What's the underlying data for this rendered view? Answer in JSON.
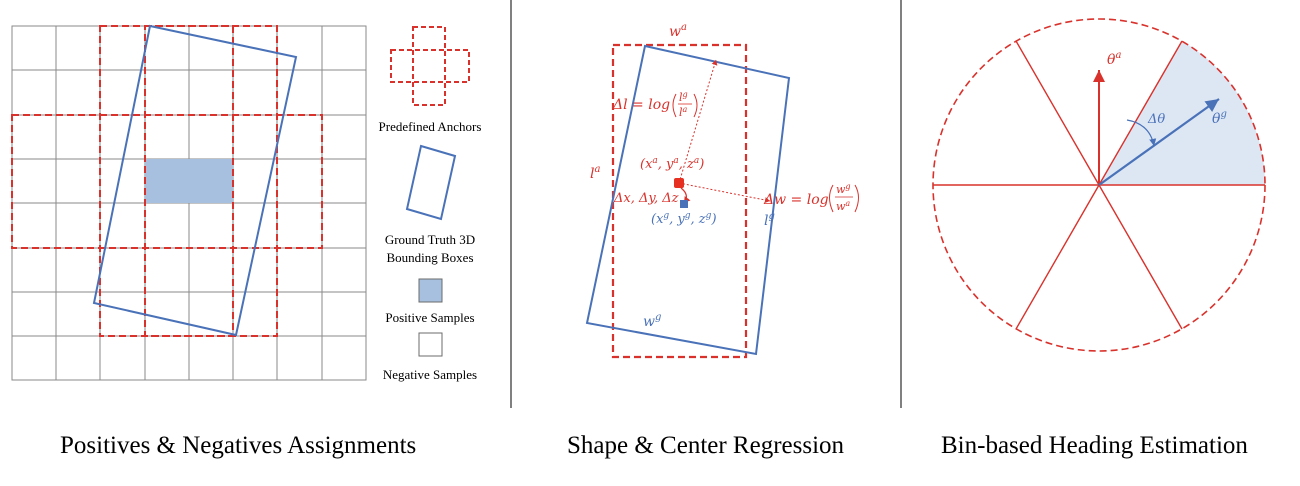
{
  "panels": {
    "left": {
      "caption": "Positives & Negatives Assignments",
      "legend": {
        "anchors": "Predefined Anchors",
        "gt_line1": "Ground Truth 3D",
        "gt_line2": "Bounding Boxes",
        "positive": "Positive Samples",
        "negative": "Negative Samples"
      }
    },
    "middle": {
      "caption": "Shape & Center Regression",
      "labels": {
        "wa": "w",
        "wa_sup": "a",
        "la": "l",
        "la_sup": "a",
        "lg": "l",
        "lg_sup": "g",
        "wg": "w",
        "wg_sup": "g",
        "delta_l": "Δl = log",
        "delta_w": "Δw = log",
        "anchor_center": "(x^a, y^a, z^a)",
        "gt_center": "(x^g, y^g, z^g)",
        "delta_xyz": "Δx, Δy, Δz"
      }
    },
    "right": {
      "caption": "Bin-based Heading Estimation",
      "labels": {
        "theta_a": "θ",
        "theta_a_sup": "a",
        "theta_g": "θ",
        "theta_g_sup": "g",
        "delta_theta": "Δθ"
      }
    }
  },
  "colors": {
    "red": "#d9322c",
    "blue": "#4a72b8",
    "fill_blue": "#a7c0e0",
    "grid": "#8a8a8a"
  }
}
